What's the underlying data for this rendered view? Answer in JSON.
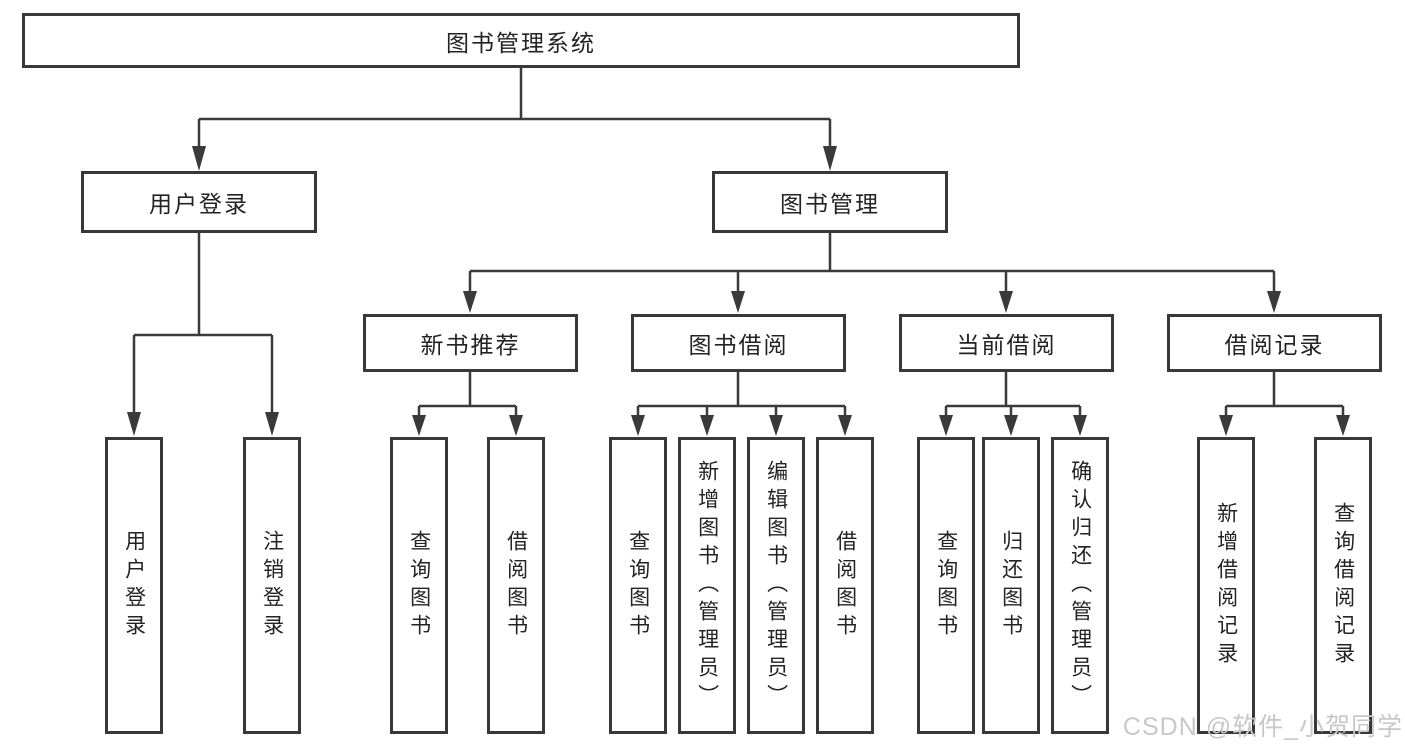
{
  "diagram": {
    "root_label": "图书管理系统",
    "branches": [
      {
        "label": "用户登录",
        "children": [
          "用户登录",
          "注销登录"
        ]
      },
      {
        "label": "图书管理"
      }
    ],
    "modules": [
      {
        "label": "新书推荐",
        "children": [
          "查询图书",
          "借阅图书"
        ]
      },
      {
        "label": "图书借阅",
        "children": [
          "查询图书",
          "新增图书（管理员）",
          "编辑图书（管理员）",
          "借阅图书"
        ]
      },
      {
        "label": "当前借阅",
        "children": [
          "查询图书",
          "归还图书",
          "确认归还（管理员）"
        ]
      },
      {
        "label": "借阅记录",
        "children": [
          "新增借阅记录",
          "查询借阅记录"
        ]
      }
    ]
  },
  "colors": {
    "line": "#3a3a3a",
    "box_border": "#383838",
    "text": "#232323",
    "background": "#ffffff",
    "watermark": "#c8c8c8"
  },
  "watermark": {
    "text": "CSDN @软件_小贺同学"
  }
}
